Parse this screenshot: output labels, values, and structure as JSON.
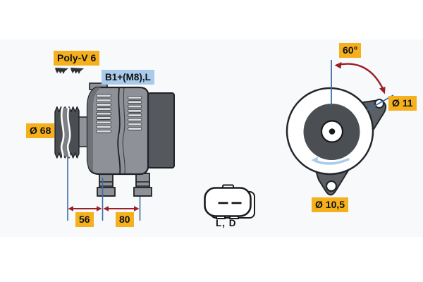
{
  "diagram": {
    "type": "alternator-technical-drawing",
    "views": [
      "side-view-with-pulley",
      "front-view",
      "connector-pinout"
    ],
    "labels": {
      "belt_type": "Poly-V 6",
      "terminal": "B1+(M8),L",
      "pulley_diameter": "Ø 68",
      "dim_front": "56",
      "dim_rear": "80",
      "mount_angle": "60°",
      "hole_top_diameter": "Ø 11",
      "hole_bottom_diameter": "Ø 10,5",
      "connector_pins": "L, D"
    },
    "colors": {
      "label_yellow": "#f5b01e",
      "label_blue": "#a9caea",
      "dimension_blue": "#3a6ea5",
      "arrow_red": "#9b2025",
      "rotation_arrow_blue": "#a8cdec",
      "body_gray": "#8e9298",
      "dark_gray": "#4b4e53",
      "outline": "#1f2226",
      "panel_tint": "#f8f9fb"
    }
  }
}
